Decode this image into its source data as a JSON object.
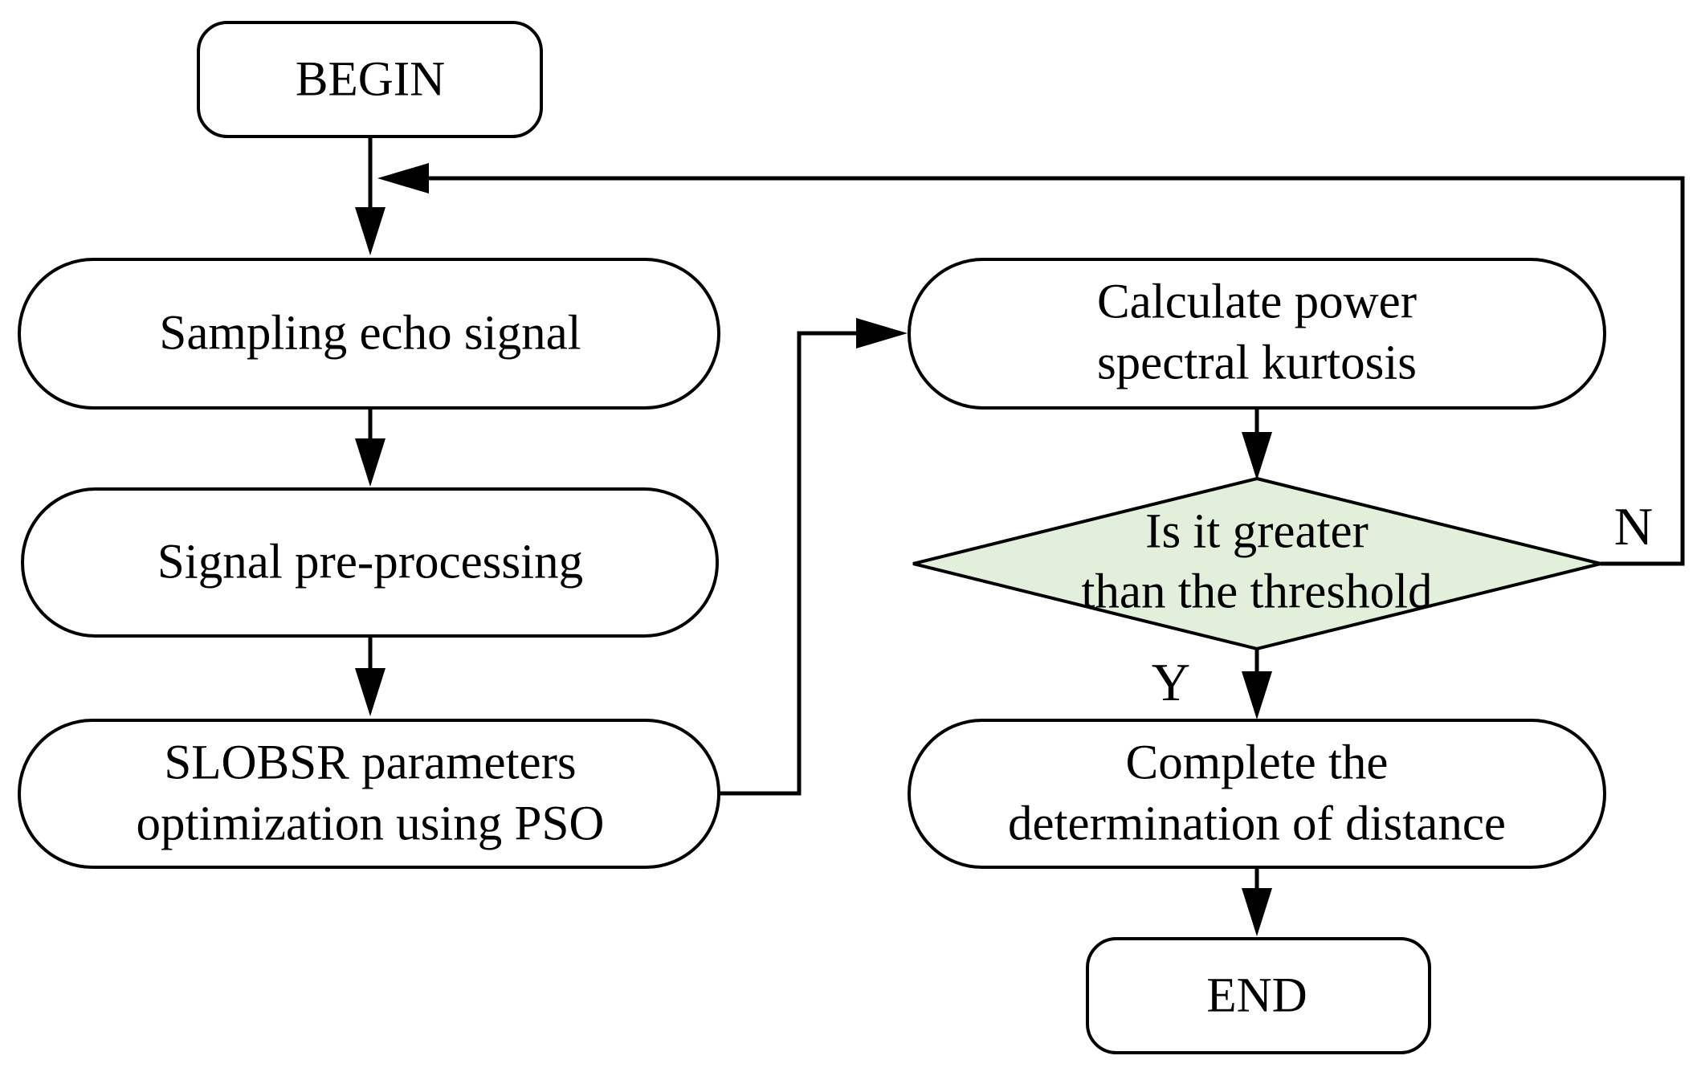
{
  "nodes": {
    "begin": {
      "label": "BEGIN"
    },
    "sampling": {
      "label": "Sampling echo signal"
    },
    "preprocessing": {
      "label": "Signal pre-processing"
    },
    "optimization": {
      "line1": "SLOBSR parameters",
      "line2": "optimization using PSO"
    },
    "kurtosis": {
      "line1": "Calculate power",
      "line2": "spectral kurtosis"
    },
    "decision": {
      "line1": "Is it greater",
      "line2": "than the threshold"
    },
    "complete": {
      "line1": "Complete the",
      "line2": "determination of distance"
    },
    "end": {
      "label": "END"
    }
  },
  "branches": {
    "yes": "Y",
    "no": "N"
  },
  "colors": {
    "decision_fill": "#e2efda",
    "stroke": "#000000",
    "box_fill": "#ffffff"
  }
}
